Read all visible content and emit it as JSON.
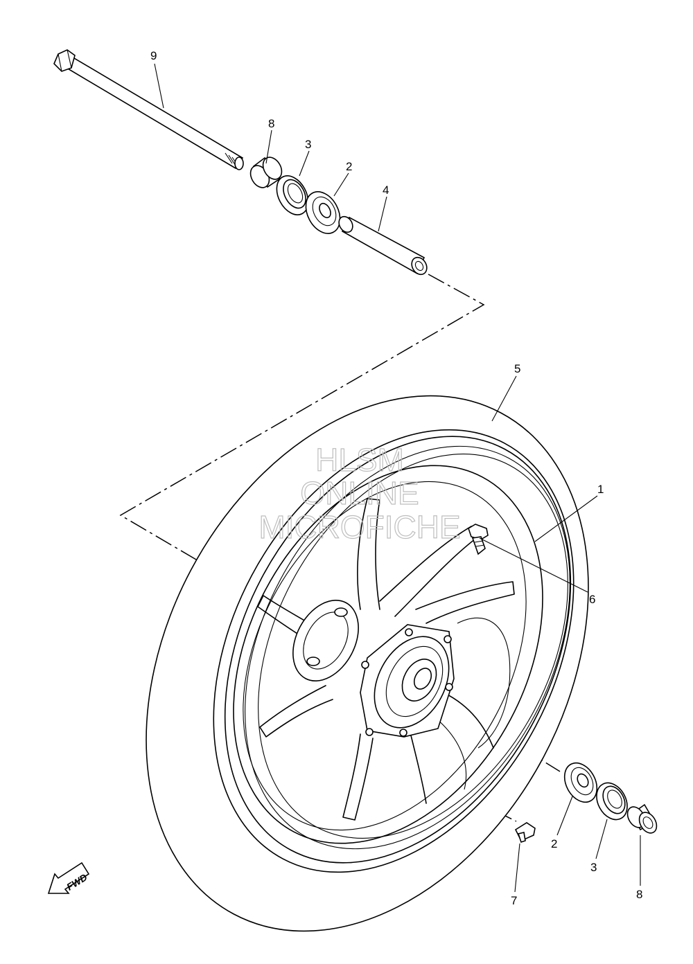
{
  "watermark": {
    "line1": "HLSM",
    "line2": "ONLINE",
    "line3": "MICROFICHE"
  },
  "direction_marker": "FWD",
  "callouts": {
    "axle": "9",
    "collar_top": "8",
    "oil_seal_top": "3",
    "bearing_top": "2",
    "spacer": "4",
    "tire": "5",
    "cast_wheel": "1",
    "valve": "6",
    "bearing_bottom": "2",
    "oil_seal_bottom": "3",
    "collar_bottom": "8",
    "balance_weight": "7"
  }
}
